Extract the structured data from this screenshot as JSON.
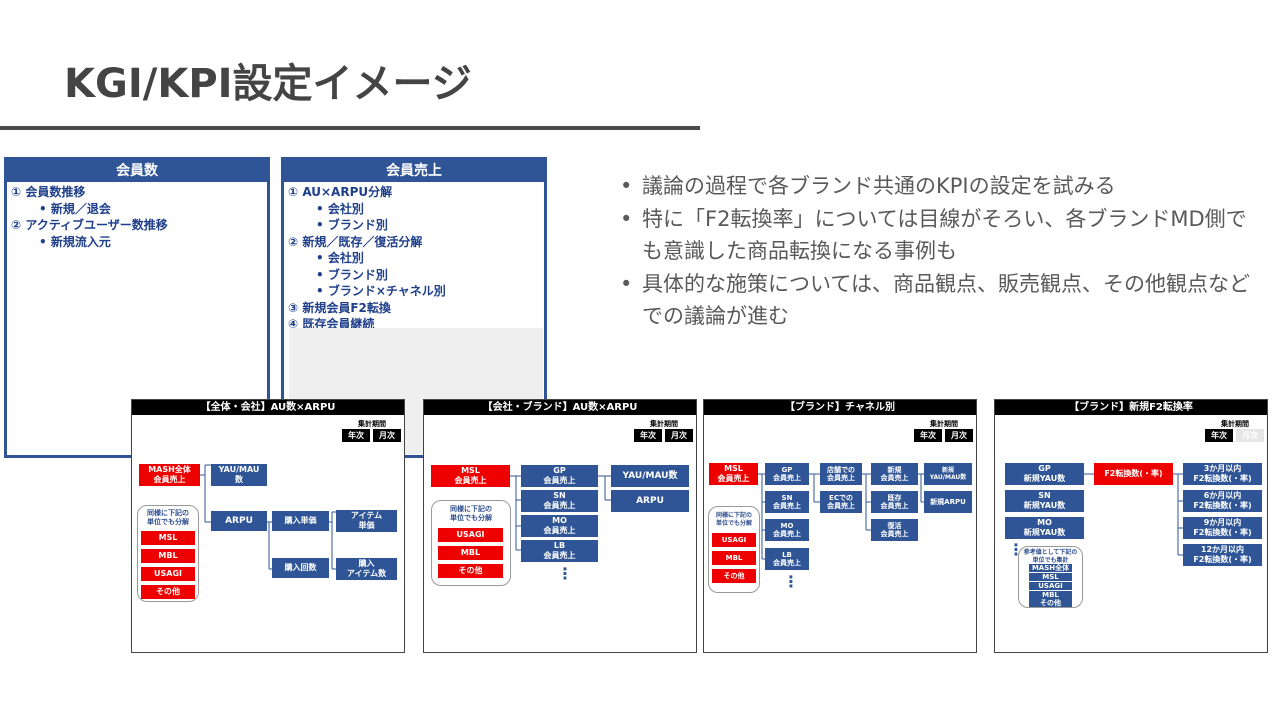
{
  "title": "KGI/KPI設定イメージ",
  "panels": [
    {
      "header": "会員数",
      "items": [
        {
          "text": "①  会員数推移",
          "sub": false
        },
        {
          "text": "•    新規／退会",
          "sub": true
        },
        {
          "text": "②  アクティブユーザー数推移",
          "sub": false
        },
        {
          "text": "•    新規流入元",
          "sub": true
        }
      ]
    },
    {
      "header": "会員売上",
      "items": [
        {
          "text": "①  AU×ARPU分解",
          "sub": false
        },
        {
          "text": "•    会社別",
          "sub": true
        },
        {
          "text": "•    ブランド別",
          "sub": true
        },
        {
          "text": "②  新規／既存／復活分解",
          "sub": false
        },
        {
          "text": "•    会社別",
          "sub": true
        },
        {
          "text": "•    ブランド別",
          "sub": true
        },
        {
          "text": "•    ブランド×チャネル別",
          "sub": true
        },
        {
          "text": "③  新規会員F2転換",
          "sub": false
        },
        {
          "text": "④  既存会員継続",
          "sub": false
        }
      ]
    }
  ],
  "bullets": [
    "議論の過程で各ブランド共通のKPIの設定を試みる",
    "特に「F2転換率」については目線がそろい、各ブランドMD側でも意識した商品転換になる事例も",
    "具体的な施策については、商品観点、販売観点、その他観点などでの議論が進む"
  ],
  "period": {
    "label": "集計期間",
    "year": "年次",
    "month": "月次"
  },
  "diagrams": [
    {
      "header": "【全体・会社】AU数×ARPU",
      "root": "MASH全体\n会員売上",
      "group_note": "同様に下記の\n単位でも分解",
      "group_items": [
        "MSL",
        "MBL",
        "USAGI",
        "その他"
      ],
      "yau": "YAU/MAU\n数",
      "arpu": "ARPU",
      "unit_price": "購入単価",
      "count": "購入回数",
      "item_price": "アイテム\n単価",
      "item_count": "購入\nアイテム数"
    },
    {
      "header": "【会社・ブランド】AU数×ARPU",
      "root": "MSL\n会員売上",
      "group_note": "同様に下記の\n単位でも分解",
      "group_items": [
        "USAGI",
        "MBL",
        "その他"
      ],
      "brands": [
        "GP\n会員売上",
        "SN\n会員売上",
        "MO\n会員売上",
        "LB\n会員売上"
      ],
      "yau": "YAU/MAU数",
      "arpu": "ARPU"
    },
    {
      "header": "【ブランド】チャネル別",
      "root": "MSL\n会員売上",
      "group_note": "同様に下記の\n単位でも分解",
      "group_items": [
        "USAGI",
        "MBL",
        "その他"
      ],
      "brands": [
        "GP\n会員売上",
        "SN\n会員売上",
        "MO\n会員売上",
        "LB\n会員売上"
      ],
      "channels": [
        "店舗での\n会員売上",
        "ECでの\n会員売上"
      ],
      "types": [
        "新規\n会員売上",
        "既存\n会員売上",
        "復活\n会員売上"
      ],
      "new_yau": "新規\nYAU/MAU数",
      "new_arpu": "新規ARPU"
    },
    {
      "header": "【ブランド】新規F2転換率",
      "brands": [
        "GP\n新規YAU数",
        "SN\n新規YAU数",
        "MO\n新規YAU数"
      ],
      "f2": "F2転換数(・率)",
      "months": [
        "3か月以内\nF2転換数(・率)",
        "6か月以内\nF2転換数(・率)",
        "9か月以内\nF2転換数(・率)",
        "12か月以内\nF2転換数(・率)"
      ],
      "group_note": "参考値として下記の\n単位でも集計",
      "group_items": [
        "MASH全体",
        "MSL",
        "USAGI",
        "MBL",
        "その他"
      ]
    }
  ]
}
